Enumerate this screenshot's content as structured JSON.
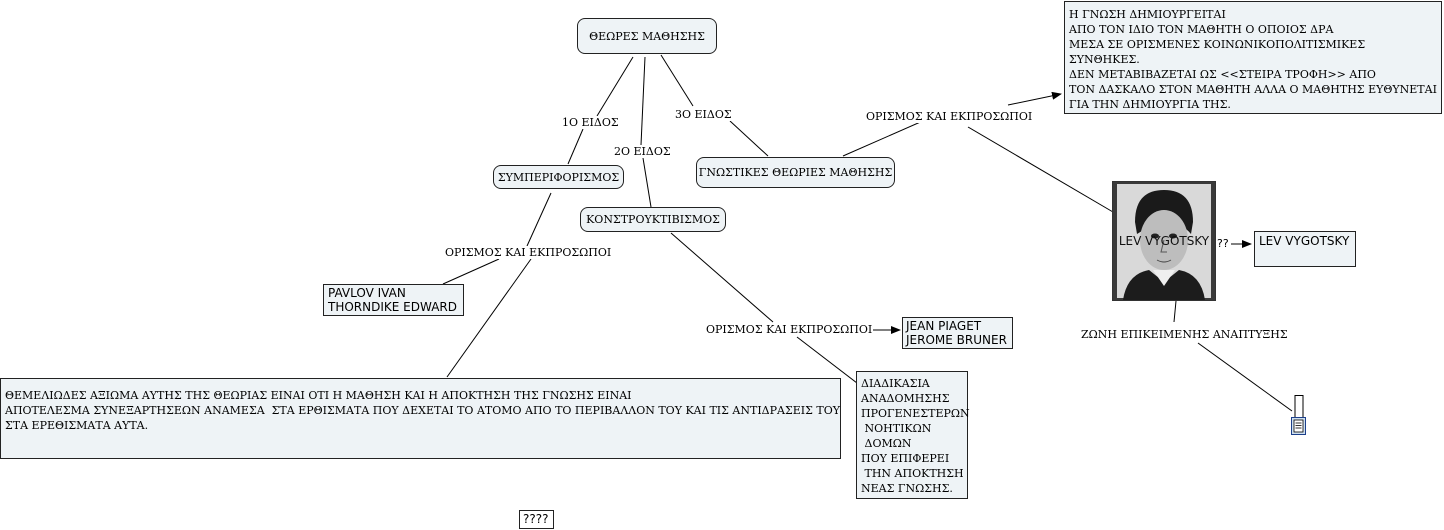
{
  "nodes": {
    "root": "ΘΕΩΡΕΣ ΜΑΘΗΣΗΣ",
    "behaviorism": "ΣΥΜΠΕΡΙΦΟΡΙΣΜΟΣ",
    "constructivism": "ΚΟΝΣΤΡΟΥΚΤΙΒΙΣΜΟΣ",
    "cognitive": "ΓΝΩΣΤΙΚΕΣ ΘΕΩΡΙΕΣ ΜΑΘΗΣΗΣ",
    "behaviorism_reps": "PAVLOV IVAN\nTHORNDIKE EDWARD",
    "behaviorism_axiom": "ΘΕΜΕΛΙΩΔΕΣ ΑΞΙΩΜΑ ΑΥΤΗΣ ΤΗΣ ΘΕΩΡΙΑΣ ΕΙΝΑΙ ΟΤΙ Η ΜΑΘΗΣΗ ΚΑΙ Η ΑΠΟΚΤΗΣΗ ΤΗΣ ΓΝΩΣΗΣ ΕΙΝΑΙ\nΑΠΟΤΕΛΕΣΜΑ ΣΥΝΕΞΑΡΤΗΣΕΩΝ ΑΝΑΜΕΣΑ  ΣΤΑ ΕΡΘΙΣΜΑΤΑ ΠΟΥ ΔΕΧΕΤΑΙ ΤΟ ΑΤΟΜΟ ΑΠΟ ΤΟ ΠΕΡΙΒΑΛΛΟΝ ΤΟΥ ΚΑΙ ΤΙΣ ΑΝΤΙΔΡΑΣΕΙΣ ΤΟΥ\nΣΤΑ ΕΡΕΘΙΣΜΑΤΑ ΑΥΤΑ.",
    "constructivism_reps": "JEAN PIAGET\nJEROME BRUNER",
    "constructivism_desc": "ΔΙΑΔΙΚΑΣΙΑ\nΑΝΑΔΟΜΗΣΗΣ\nΠΡΟΓΕΝΕΣΤΕΡΩΝ\n ΝΟΗΤΙΚΩΝ\n ΔΟΜΩΝ\nΠΟΥ ΕΠΙΦΕΡΕΙ\n ΤΗΝ ΑΠΟΚΤΗΣΗ\nΝΕΑΣ ΓΝΩΣΗΣ.",
    "cognitive_def": "Η ΓΝΩΣΗ ΔΗΜΙΟΥΡΓΕΙΤΑΙ\nΑΠΟ ΤΟΝ ΙΔΙΟ ΤΟΝ ΜΑΘΗΤΗ Ο ΟΠΟΙΟΣ ΔΡΑ\nΜΕΣΑ ΣΕ ΟΡΙΣΜΕΝΕΣ ΚΟΙΝΩΝΙΚΟΠΟΛΙΤΙΣΜΙΚΕΣ\nΣΥΝΘΗΚΕΣ.\nΔΕΝ ΜΕΤΑΒΙΒΑΖΕΤΑΙ ΩΣ <<ΣΤΕΙΡΑ ΤΡΟΦΗ>> ΑΠΟ\nΤΟΝ ΔΑΣΚΑΛΟ ΣΤΟΝ ΜΑΘΗΤΗ ΑΛΛΑ Ο ΜΑΘΗΤΗΣ ΕΥΘΥΝΕΤΑΙ\nΓΙΑ ΤΗΝ ΔΗΜΙΟΥΡΓΙΑ ΤΗΣ.",
    "photo_name": "LEV VYGOTSKY",
    "vygotsky": "LEV VYGOTSKY",
    "question": "????"
  },
  "links": {
    "type1": "1Ο ΕΙΔΟΣ",
    "type2": "2Ο ΕΙΔΟΣ",
    "type3": "3Ο ΕΙΔΟΣ",
    "def_reps_behaviorism": "ΟΡΙΣΜΟΣ ΚΑΙ ΕΚΠΡΟΣΩΠΟΙ",
    "def_reps_constructivism": "ΟΡΙΣΜΟΣ ΚΑΙ ΕΚΠΡΟΣΩΠΟΙ",
    "def_reps_cognitive": "ΟΡΙΣΜΟΣ ΚΑΙ ΕΚΠΡΟΣΩΠΟΙ",
    "photo_link": "??",
    "zpd": "ΖΩΝΗ ΕΠΙΚΕΙΜΕΝΗΣ ΑΝΑΠΤΥΞΗΣ"
  },
  "icons": {
    "photo": "portrait-photo-icon",
    "document": "document-icon"
  }
}
